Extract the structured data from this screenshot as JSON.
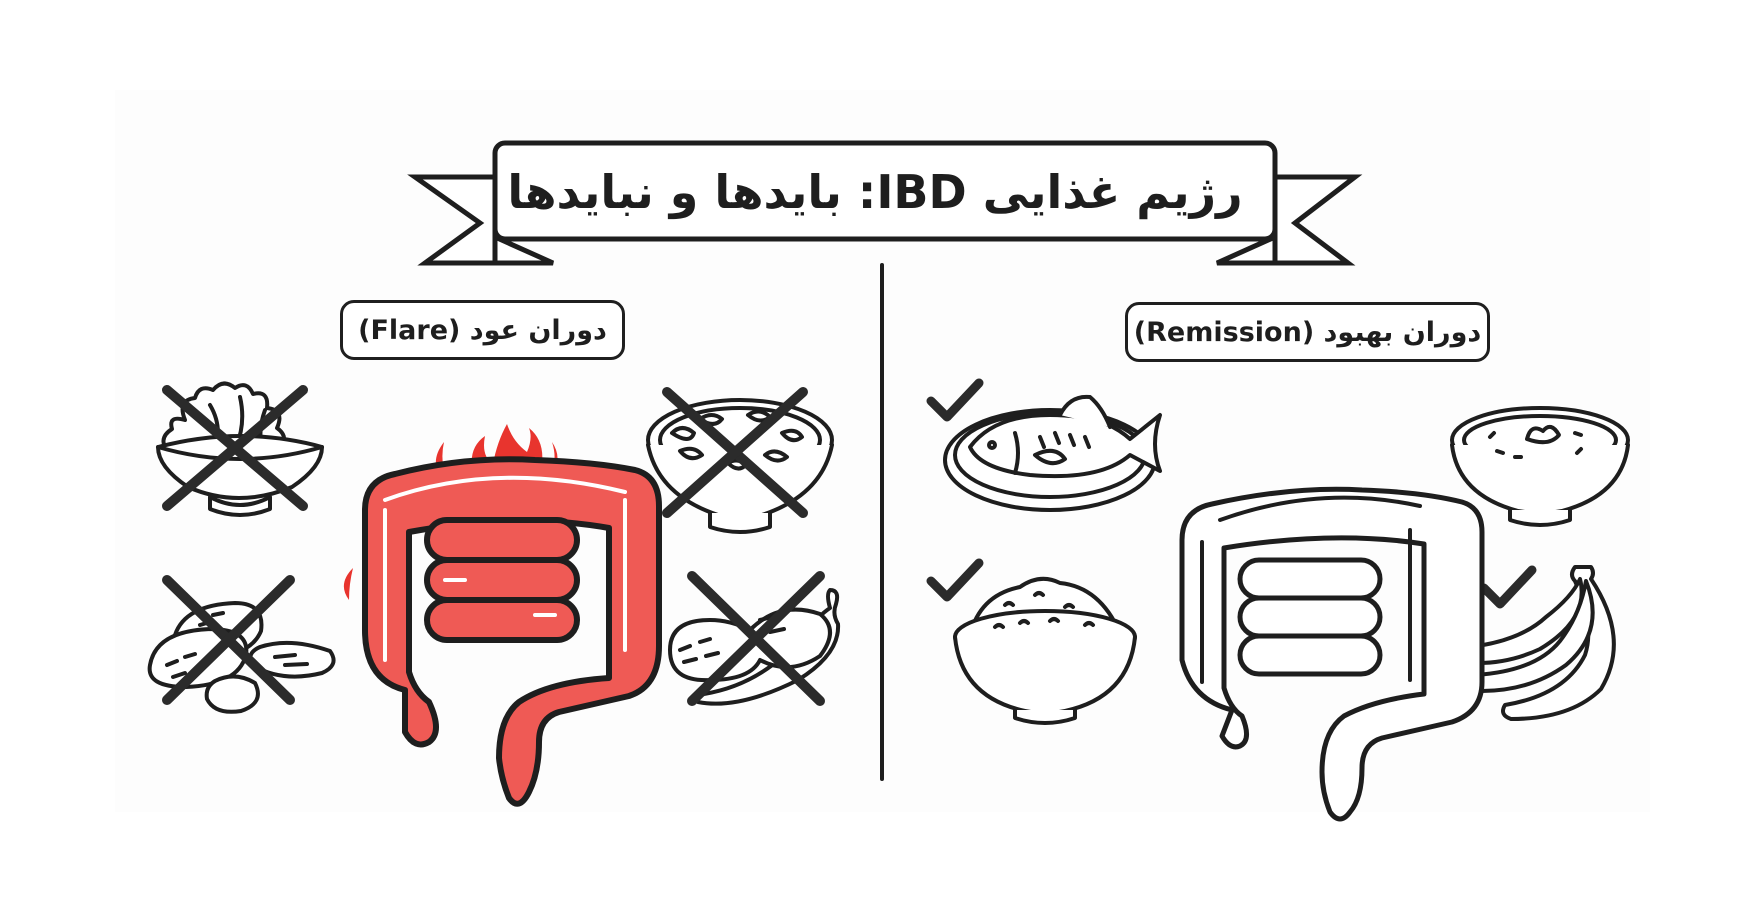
{
  "title": {
    "text": "رژیم غذایی IBD: بایدها و نبایدها"
  },
  "colors": {
    "ink": "#1e1e1e",
    "inflamed_red": "#ef5a55",
    "flame_red": "#e8342e",
    "background": "#fdfdfd"
  },
  "flare": {
    "label": "دوران عود (Flare)",
    "status": "avoid",
    "marker_icon": "cross-mark-icon",
    "foods": [
      {
        "name": "raw-salad",
        "position": "top-left",
        "icon": "salad-bowl-icon",
        "marked": "x"
      },
      {
        "name": "spicy-stew-soup",
        "position": "top-right",
        "icon": "stew-bowl-icon",
        "marked": "x"
      },
      {
        "name": "nuts-seeds",
        "position": "bottom-left",
        "icon": "nuts-icon",
        "marked": "x"
      },
      {
        "name": "legumes-and-hot-pepper",
        "position": "bottom-right",
        "icon": "peanut-chili-icon",
        "marked": "x"
      }
    ],
    "center": {
      "icon": "inflamed-intestine-icon",
      "state": "inflamed"
    }
  },
  "remission": {
    "label": "دوران بهبود (Remission)",
    "status": "allowed",
    "marker_icon": "check-mark-icon",
    "foods": [
      {
        "name": "fish-on-plate",
        "position": "top-left",
        "icon": "fish-plate-icon",
        "marked": "check"
      },
      {
        "name": "soup-bowl",
        "position": "top-right",
        "icon": "soup-bowl-icon",
        "marked": "none"
      },
      {
        "name": "rice-bowl",
        "position": "bottom-left",
        "icon": "rice-bowl-icon",
        "marked": "check"
      },
      {
        "name": "bananas",
        "position": "bottom-right",
        "icon": "banana-icon",
        "marked": "check"
      }
    ],
    "center": {
      "icon": "healthy-intestine-icon",
      "state": "healthy"
    }
  }
}
